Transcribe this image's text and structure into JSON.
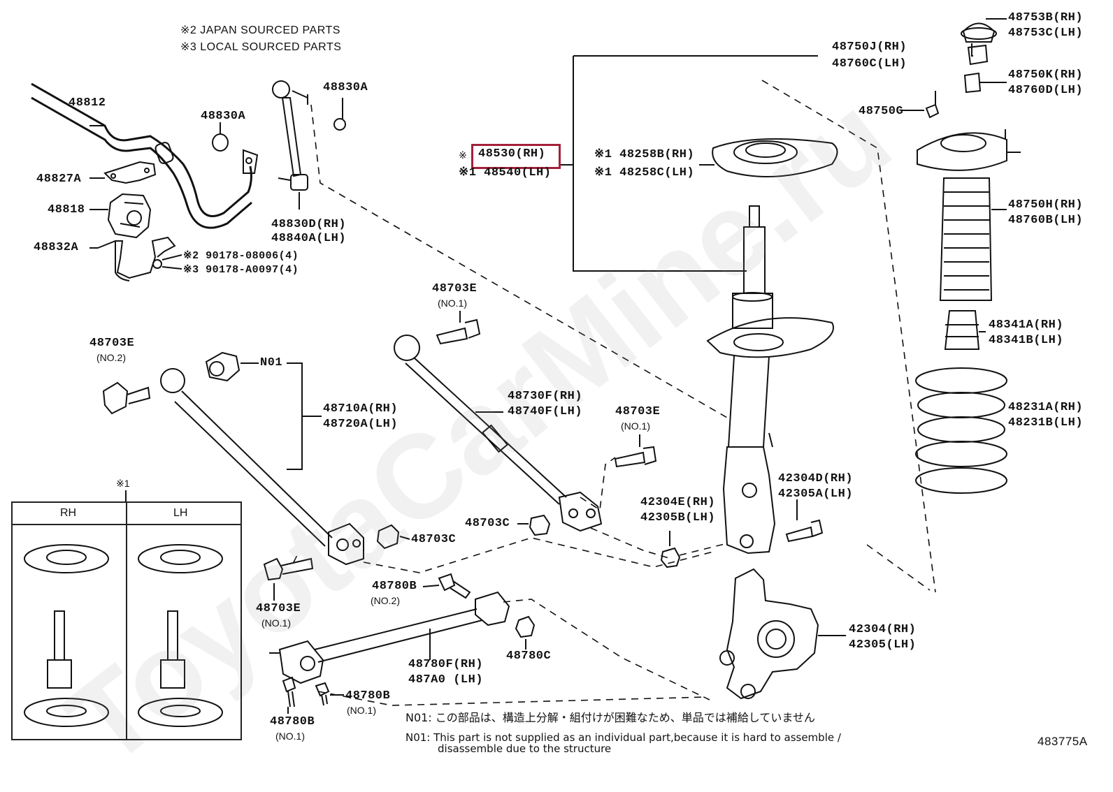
{
  "header_notes": [
    "※2 JAPAN SOURCED PARTS",
    "※3 LOCAL SOURCED PARTS"
  ],
  "inset": {
    "mark": "※1",
    "col_rh": "RH",
    "col_lh": "LH"
  },
  "watermark": "ToyotaCarMine.ru",
  "highlight_color": "#a3203a",
  "parts": {
    "p48812": "48812",
    "p48827A": "48827A",
    "p48818": "48818",
    "p48832A": "48832A",
    "p48830A_1": "48830A",
    "p48830A_2": "48830A",
    "p48830D": "48830D(RH)",
    "p48840A": "48840A(LH)",
    "p90178a": "※2 90178-08006(4)",
    "p90178b": "※3 90178-A0097(4)",
    "p48703E_no2": "48703E",
    "no2_a": "(NO.2)",
    "pN01": "N01",
    "p48710A": "48710A(RH)",
    "p48720A": "48720A(LH)",
    "p48703E_top": "48703E",
    "no1_top": "(NO.1)",
    "p48730F": "48730F(RH)",
    "p48740F": "48740F(LH)",
    "p48703E_mid": "48703E",
    "no1_mid": "(NO.1)",
    "p48703C_left": "48703C",
    "p48703C_right": "48703C",
    "p48703E_bot": "48703E",
    "no1_bot": "(NO.1)",
    "p48780B_top": "48780B",
    "no2_b": "(NO.2)",
    "p48780C": "48780C",
    "p48780F": "48780F(RH)",
    "p487A0": "487A0 (LH)",
    "p48780B_mid": "48780B",
    "no1_b": "(NO.1)",
    "p48780B_low": "48780B",
    "no1_c": "(NO.1)",
    "mark_48530": "※",
    "p48530": "48530(RH)",
    "p48540": "※1 48540(LH)",
    "p48258B": "※1 48258B(RH)",
    "p48258C": "※1 48258C(LH)",
    "p48750J": "48750J(RH)",
    "p48760C": "48760C(LH)",
    "p48753B": "48753B(RH)",
    "p48753C": "48753C(LH)",
    "p48750K": "48750K(RH)",
    "p48760D": "48760D(LH)",
    "p48750G": "48750G",
    "p48750H": "48750H(RH)",
    "p48760B": "48760B(LH)",
    "p48341A": "48341A(RH)",
    "p48341B": "48341B(LH)",
    "p48231A": "48231A(RH)",
    "p48231B": "48231B(LH)",
    "p42304D": "42304D(RH)",
    "p42305A": "42305A(LH)",
    "p42304E": "42304E(RH)",
    "p42305B": "42305B(LH)",
    "p42304": "42304(RH)",
    "p42305": "42305(LH)"
  },
  "footnotes": {
    "jp": "N01: この部品は、構造上分解・組付けが困難なため、単品では補給していません",
    "en1": "N01: This part is not supplied as an individual part,because it is hard to assemble /",
    "en2": "disassemble due to the structure"
  },
  "diagram_id": "483775A"
}
